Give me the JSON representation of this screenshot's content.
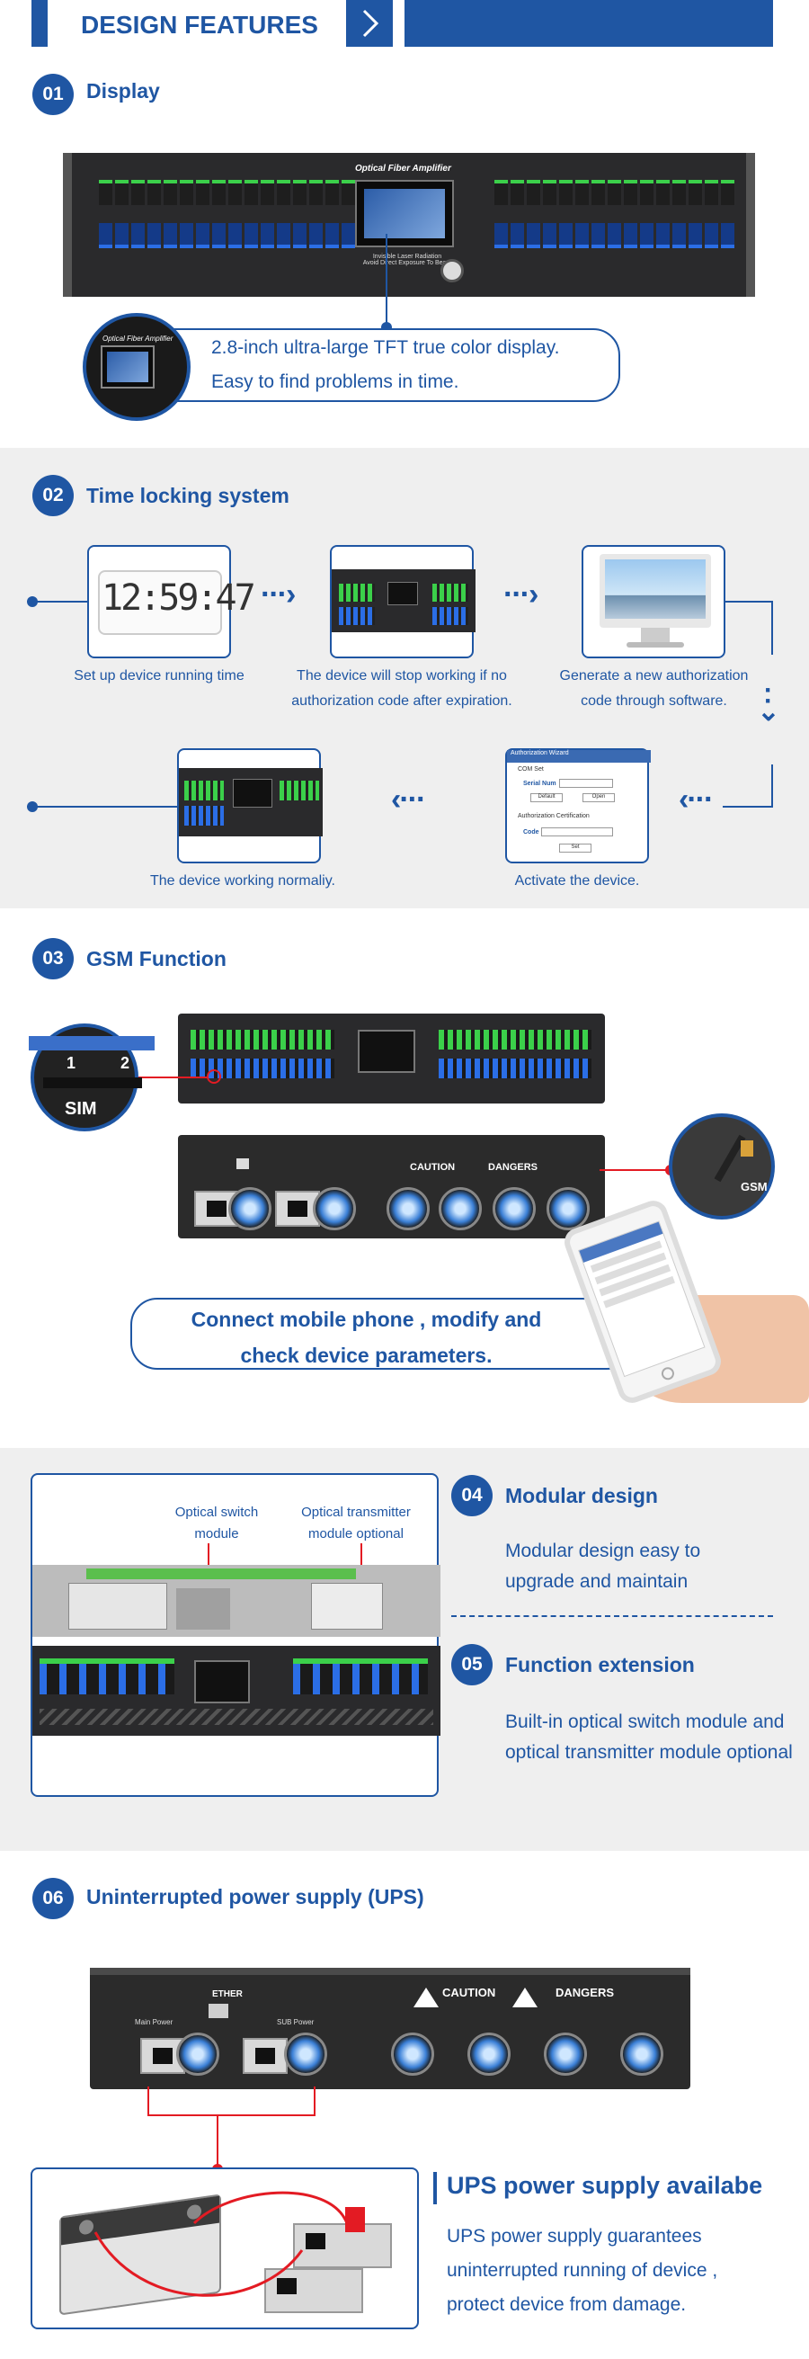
{
  "header": {
    "title": "DESIGN FEATURES",
    "chevron_icon": "chevron-right-icon"
  },
  "s1": {
    "num": "01",
    "title": "Display",
    "device_label": "Optical Fiber Amplifier",
    "warning": "Invisible Laser Radiation\nAvoid Direct Exposure To Beam",
    "callout_line1": "2.8-inch ultra-large TFT true color display.",
    "callout_line2": "Easy to find problems in time.",
    "inset_label": "Optical Fiber Amplifier"
  },
  "s2": {
    "num": "02",
    "title": "Time locking system",
    "clock": "12:59:47",
    "step1": "Set up device running time",
    "step2": "The device will stop working if no authorization code after expiration.",
    "step3": "Generate a new authorization code through software.",
    "step4": "Activate the device.",
    "step5": "The device working normaliy.",
    "dialog_title": "Authorization Wizard",
    "dialog_com": "COM Set",
    "dialog_serial": "Serial Num",
    "dialog_default": "Default",
    "dialog_open": "Open",
    "dialog_cert": "Authorization Certification",
    "dialog_code": "Code",
    "dialog_set": "Set"
  },
  "s3": {
    "num": "03",
    "title": "GSM Function",
    "sim_label": "SIM",
    "sim_1": "1",
    "sim_2": "2",
    "gsm_label": "GSM",
    "caution": "CAUTION",
    "dangers": "DANGERS",
    "callout_line1": "Connect mobile phone , modify and",
    "callout_line2": "check device parameters."
  },
  "s45": {
    "switch_label": "Optical switch module",
    "transmitter_label": "Optical transmitter module optional",
    "num4": "04",
    "title4": "Modular design",
    "desc4": "Modular design easy to upgrade and maintain",
    "num5": "05",
    "title5": "Function extension",
    "desc5": "Built-in optical switch module and optical transmitter module optional"
  },
  "s6": {
    "num": "06",
    "title": "Uninterrupted power supply (UPS)",
    "ether": "ETHER",
    "main_power": "Main Power",
    "sub_power": "SUB Power",
    "caution": "CAUTION",
    "dangers": "DANGERS",
    "ups_title": "UPS power supply availabe",
    "ups_desc": "UPS power supply guarantees uninterrupted running of device , protect device from damage."
  },
  "colors": {
    "brand_blue": "#1f56a3",
    "accent_red": "#e31b23",
    "section_gray": "#efefef"
  }
}
